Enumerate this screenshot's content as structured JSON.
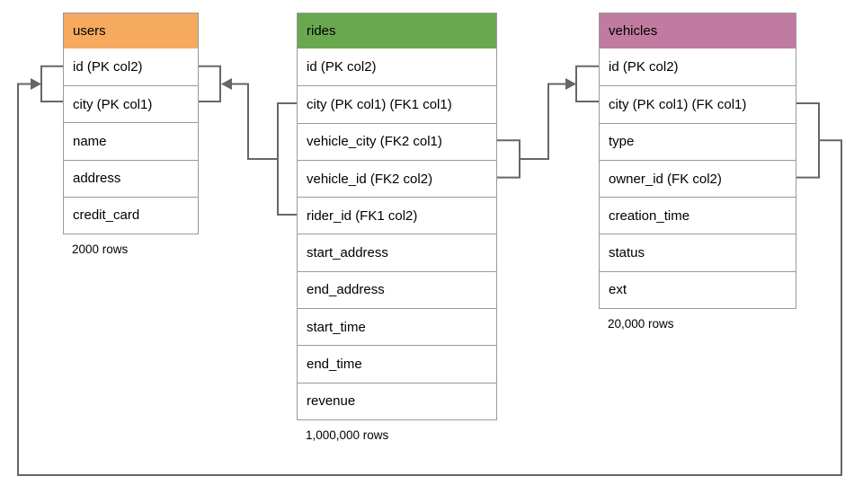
{
  "tables": {
    "users": {
      "title": "users",
      "header_color": "#F6AA60",
      "columns": [
        "id (PK col2)",
        "city (PK col1)",
        "name",
        "address",
        "credit_card"
      ],
      "row_count_label": "2000 rows"
    },
    "rides": {
      "title": "rides",
      "header_color": "#6AA84F",
      "columns": [
        "id (PK col2)",
        "city (PK col1) (FK1 col1)",
        "vehicle_city (FK2 col1)",
        "vehicle_id (FK2 col2)",
        "rider_id (FK1 col2)",
        "start_address",
        "end_address",
        "start_time",
        "end_time",
        "revenue"
      ],
      "row_count_label": "1,000,000 rows"
    },
    "vehicles": {
      "title": "vehicles",
      "header_color": "#C27BA0",
      "columns": [
        "id (PK col2)",
        "city (PK col1) (FK col1)",
        "type",
        "owner_id (FK col2)",
        "creation_time",
        "status",
        "ext"
      ],
      "row_count_label": "20,000 rows"
    }
  },
  "relationships": [
    {
      "id": "FK1",
      "from_table": "rides",
      "from_columns": [
        "city (PK col1) (FK1 col1)",
        "rider_id (FK1 col2)"
      ],
      "to_table": "users",
      "to_columns": [
        "id (PK col2)",
        "city (PK col1)"
      ],
      "arrow_points_to": "users"
    },
    {
      "id": "FK2",
      "from_table": "rides",
      "from_columns": [
        "vehicle_city (FK2 col1)",
        "vehicle_id (FK2 col2)"
      ],
      "to_table": "vehicles",
      "to_columns": [
        "id (PK col2)",
        "city (PK col1) (FK col1)"
      ],
      "arrow_points_to": "vehicles"
    },
    {
      "id": "FK",
      "from_table": "vehicles",
      "from_columns": [
        "city (PK col1) (FK col1)",
        "owner_id (FK col2)"
      ],
      "to_table": "users",
      "to_columns": [
        "id (PK col2)",
        "city (PK col1)"
      ],
      "arrow_points_to": "users"
    }
  ],
  "colors": {
    "connector_line": "#666666",
    "table_border": "#999999",
    "text": "#000000",
    "background": "#ffffff"
  }
}
